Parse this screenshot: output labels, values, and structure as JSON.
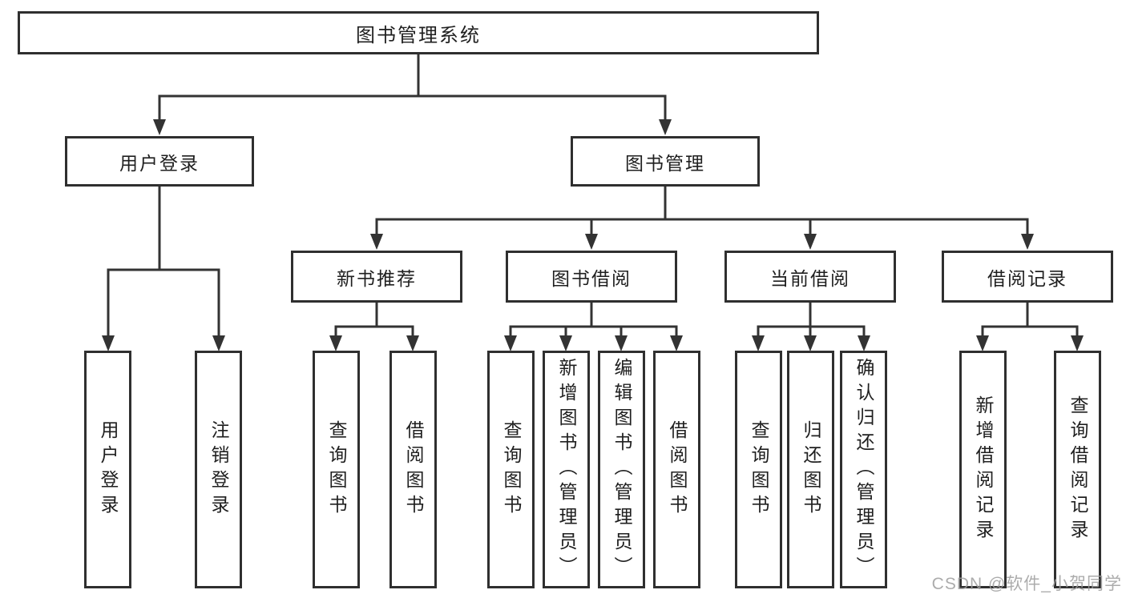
{
  "tree": {
    "root": "图书管理系统",
    "login_branch": {
      "label": "用户登录",
      "children": [
        "用户登录",
        "注销登录"
      ]
    },
    "management_branch": {
      "label": "图书管理",
      "groups": [
        {
          "label": "新书推荐",
          "children": [
            "查询图书",
            "借阅图书"
          ]
        },
        {
          "label": "图书借阅",
          "children": [
            "查询图书",
            "新增图书（管理员）",
            "编辑图书（管理员）",
            "借阅图书"
          ]
        },
        {
          "label": "当前借阅",
          "children": [
            "查询图书",
            "归还图书",
            "确认归还（管理员）"
          ]
        },
        {
          "label": "借阅记录",
          "children": [
            "新增借阅记录",
            "查询借阅记录"
          ]
        }
      ]
    }
  },
  "watermark": {
    "text": "CSDN @软件_小贺同学",
    "color": "#9e9e9e"
  },
  "colors": {
    "background": "#ffffff",
    "line": "#333333",
    "box_border": "#2f2f2f",
    "text": "#1f1f1f"
  }
}
